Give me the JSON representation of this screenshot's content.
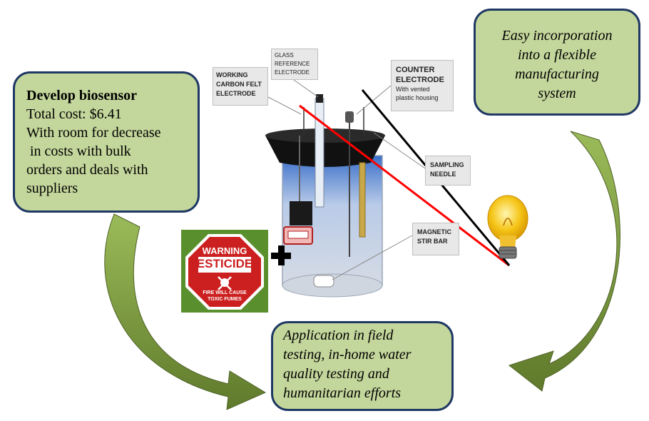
{
  "biosensor_box": {
    "title": "Develop biosensor",
    "lines": [
      "Total cost: $6.41",
      "With room for decrease",
      " in costs with bulk",
      "orders and deals with",
      "suppliers"
    ]
  },
  "manufacturing_box": {
    "lines": [
      "Easy incorporation",
      "into a flexible",
      "manufacturing",
      "system"
    ]
  },
  "application_box": {
    "lines": [
      "Application in field",
      "testing, in-home water",
      "quality testing and",
      "humanitarian efforts"
    ]
  },
  "labels": {
    "working": [
      "WORKING",
      "CARBON FELT",
      "ELECTRODE"
    ],
    "glass": [
      "GLASS",
      "REFERENCE",
      "ELECTRODE"
    ],
    "counter": [
      "COUNTER",
      "ELECTRODE"
    ],
    "counter_sub": [
      "With vented",
      "plastic housing"
    ],
    "sampling": [
      "SAMPLING",
      "NEEDLE"
    ],
    "magnetic": [
      "MAGNETIC",
      "STIR BAR"
    ]
  },
  "warning_sign": {
    "line1": "WARNING",
    "line2": "PESTICIDES",
    "line3": "FIRE WILL CAUSE",
    "line4": "TOXIC FUMES"
  },
  "colors": {
    "box_fill": "#c3d69b",
    "box_border": "#1f3864",
    "arrow": "#76923c",
    "red_wire": "#ff0000",
    "black_wire": "#000000",
    "sign_red": "#cc1f1f",
    "bulb": "#f5c518"
  }
}
